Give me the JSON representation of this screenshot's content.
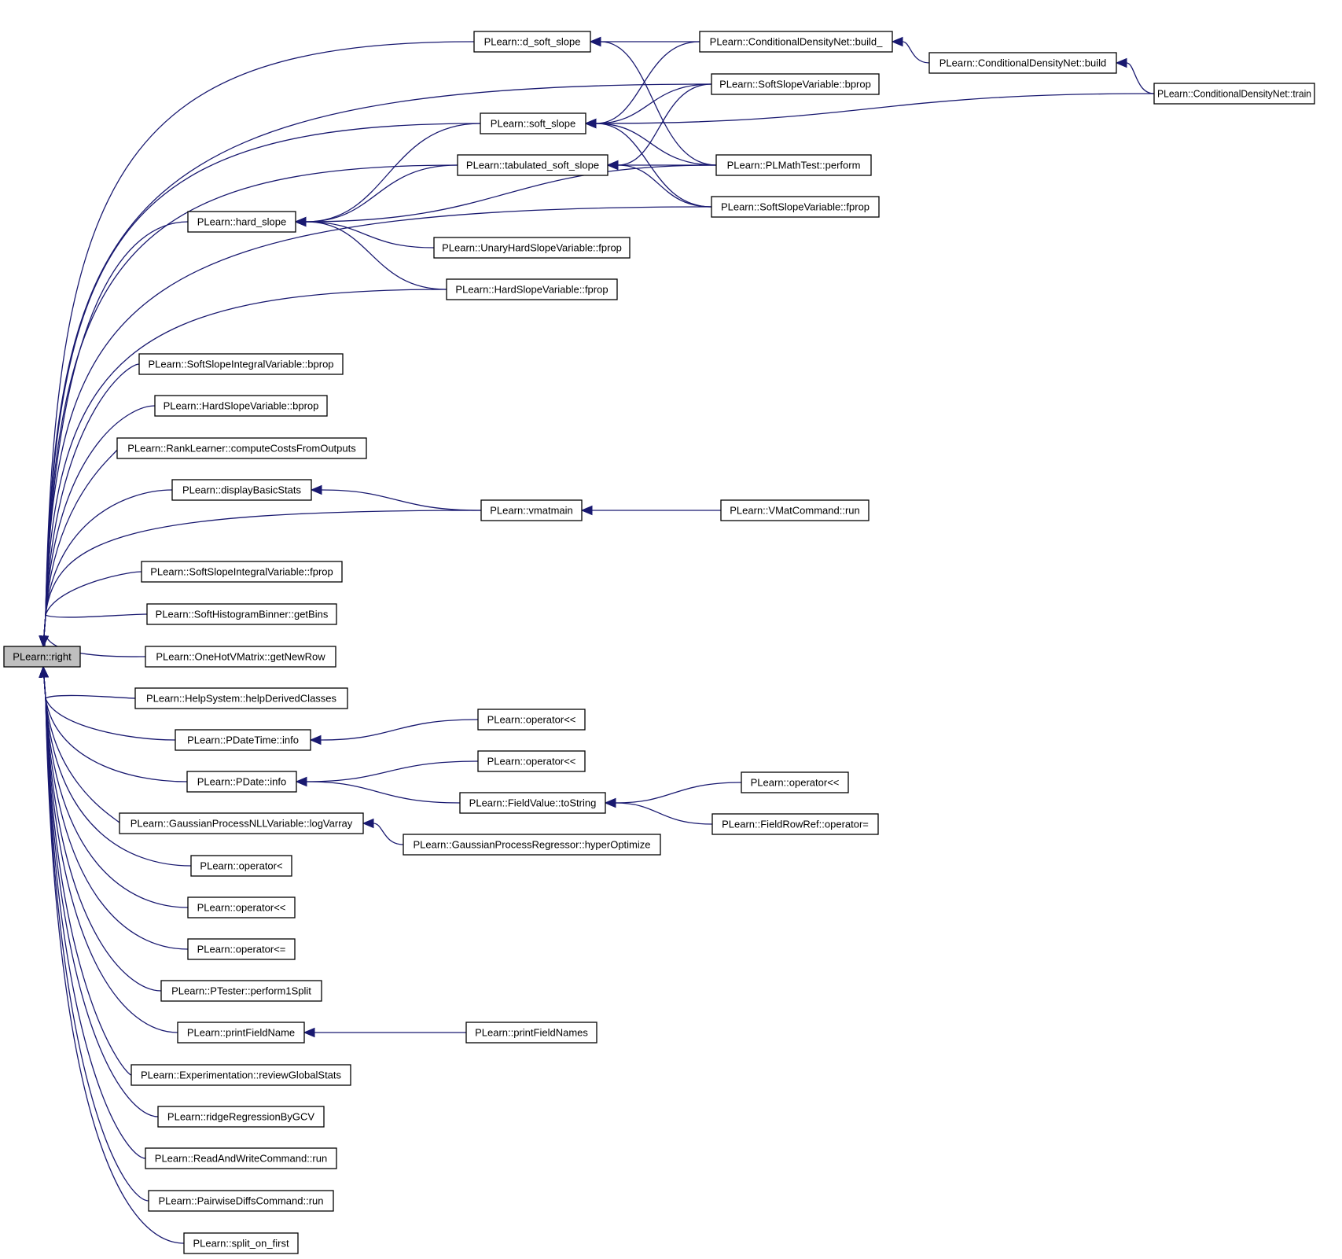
{
  "graph": {
    "edge_color": "#191970",
    "root_fill": "#bfbfbf",
    "nodes": [
      {
        "id": "right",
        "label": "PLearn::right"
      },
      {
        "id": "d_soft_slope",
        "label": "PLearn::d_soft_slope"
      },
      {
        "id": "cdn_build_",
        "label": "PLearn::ConditionalDensityNet::build_"
      },
      {
        "id": "cdn_build",
        "label": "PLearn::ConditionalDensityNet::build"
      },
      {
        "id": "cdn_train",
        "label": "PLearn::ConditionalDensityNet::train"
      },
      {
        "id": "ssv_bprop",
        "label": "PLearn::SoftSlopeVariable::bprop"
      },
      {
        "id": "soft_slope",
        "label": "PLearn::soft_slope"
      },
      {
        "id": "tab_soft_slope",
        "label": "PLearn::tabulated_soft_slope"
      },
      {
        "id": "plmath_perform",
        "label": "PLearn::PLMathTest::perform"
      },
      {
        "id": "ssv_fprop",
        "label": "PLearn::SoftSlopeVariable::fprop"
      },
      {
        "id": "hard_slope",
        "label": "PLearn::hard_slope"
      },
      {
        "id": "uhsv_fprop",
        "label": "PLearn::UnaryHardSlopeVariable::fprop"
      },
      {
        "id": "hsv_fprop",
        "label": "PLearn::HardSlopeVariable::fprop"
      },
      {
        "id": "ssiv_bprop",
        "label": "PLearn::SoftSlopeIntegralVariable::bprop"
      },
      {
        "id": "hsv_bprop",
        "label": "PLearn::HardSlopeVariable::bprop"
      },
      {
        "id": "rank_costs",
        "label": "PLearn::RankLearner::computeCostsFromOutputs"
      },
      {
        "id": "display_stats",
        "label": "PLearn::displayBasicStats"
      },
      {
        "id": "vmatmain",
        "label": "PLearn::vmatmain"
      },
      {
        "id": "vmat_run",
        "label": "PLearn::VMatCommand::run"
      },
      {
        "id": "ssiv_fprop",
        "label": "PLearn::SoftSlopeIntegralVariable::fprop"
      },
      {
        "id": "shb_getbins",
        "label": "PLearn::SoftHistogramBinner::getBins"
      },
      {
        "id": "onehot_getrow",
        "label": "PLearn::OneHotVMatrix::getNewRow"
      },
      {
        "id": "help_derived",
        "label": "PLearn::HelpSystem::helpDerivedClasses"
      },
      {
        "id": "pdatetime_info",
        "label": "PLearn::PDateTime::info"
      },
      {
        "id": "op_ll_a",
        "label": "PLearn::operator<<"
      },
      {
        "id": "pdate_info",
        "label": "PLearn::PDate::info"
      },
      {
        "id": "op_ll_b",
        "label": "PLearn::operator<<"
      },
      {
        "id": "fv_tostring",
        "label": "PLearn::FieldValue::toString"
      },
      {
        "id": "op_ll_c",
        "label": "PLearn::operator<<"
      },
      {
        "id": "frr_op_eq",
        "label": "PLearn::FieldRowRef::operator="
      },
      {
        "id": "gpnll_logvarray",
        "label": "PLearn::GaussianProcessNLLVariable::logVarray"
      },
      {
        "id": "gpr_hyper",
        "label": "PLearn::GaussianProcessRegressor::hyperOptimize"
      },
      {
        "id": "op_lt",
        "label": "PLearn::operator<"
      },
      {
        "id": "op_ll_d",
        "label": "PLearn::operator<<"
      },
      {
        "id": "op_le",
        "label": "PLearn::operator<="
      },
      {
        "id": "ptester_split",
        "label": "PLearn::PTester::perform1Split"
      },
      {
        "id": "print_field_name",
        "label": "PLearn::printFieldName"
      },
      {
        "id": "print_field_names",
        "label": "PLearn::printFieldNames"
      },
      {
        "id": "exp_review",
        "label": "PLearn::Experimentation::reviewGlobalStats"
      },
      {
        "id": "ridge_gcv",
        "label": "PLearn::ridgeRegressionByGCV"
      },
      {
        "id": "rw_run",
        "label": "PLearn::ReadAndWriteCommand::run"
      },
      {
        "id": "pwd_run",
        "label": "PLearn::PairwiseDiffsCommand::run"
      },
      {
        "id": "split_first",
        "label": "PLearn::split_on_first"
      }
    ],
    "edges": [
      [
        "d_soft_slope",
        "right"
      ],
      [
        "ssv_bprop",
        "right"
      ],
      [
        "soft_slope",
        "right"
      ],
      [
        "tab_soft_slope",
        "right"
      ],
      [
        "hard_slope",
        "right"
      ],
      [
        "hsv_fprop",
        "right"
      ],
      [
        "ssv_fprop",
        "right"
      ],
      [
        "ssiv_bprop",
        "right"
      ],
      [
        "hsv_bprop",
        "right"
      ],
      [
        "rank_costs",
        "right"
      ],
      [
        "display_stats",
        "right"
      ],
      [
        "vmatmain",
        "right"
      ],
      [
        "ssiv_fprop",
        "right"
      ],
      [
        "shb_getbins",
        "right"
      ],
      [
        "onehot_getrow",
        "right"
      ],
      [
        "help_derived",
        "right"
      ],
      [
        "pdatetime_info",
        "right"
      ],
      [
        "pdate_info",
        "right"
      ],
      [
        "gpnll_logvarray",
        "right"
      ],
      [
        "op_lt",
        "right"
      ],
      [
        "op_ll_d",
        "right"
      ],
      [
        "op_le",
        "right"
      ],
      [
        "ptester_split",
        "right"
      ],
      [
        "print_field_name",
        "right"
      ],
      [
        "exp_review",
        "right"
      ],
      [
        "ridge_gcv",
        "right"
      ],
      [
        "rw_run",
        "right"
      ],
      [
        "pwd_run",
        "right"
      ],
      [
        "split_first",
        "right"
      ],
      [
        "cdn_build_",
        "d_soft_slope"
      ],
      [
        "plmath_perform",
        "d_soft_slope"
      ],
      [
        "cdn_build",
        "cdn_build_"
      ],
      [
        "cdn_train",
        "cdn_build"
      ],
      [
        "cdn_build_",
        "soft_slope"
      ],
      [
        "ssv_bprop",
        "soft_slope"
      ],
      [
        "cdn_train",
        "soft_slope"
      ],
      [
        "plmath_perform",
        "soft_slope"
      ],
      [
        "ssv_fprop",
        "soft_slope"
      ],
      [
        "ssv_bprop",
        "tab_soft_slope"
      ],
      [
        "plmath_perform",
        "tab_soft_slope"
      ],
      [
        "ssv_fprop",
        "tab_soft_slope"
      ],
      [
        "soft_slope",
        "hard_slope"
      ],
      [
        "tab_soft_slope",
        "hard_slope"
      ],
      [
        "plmath_perform",
        "hard_slope"
      ],
      [
        "uhsv_fprop",
        "hard_slope"
      ],
      [
        "hsv_fprop",
        "hard_slope"
      ],
      [
        "vmatmain",
        "display_stats"
      ],
      [
        "vmat_run",
        "vmatmain"
      ],
      [
        "op_ll_a",
        "pdatetime_info"
      ],
      [
        "op_ll_b",
        "pdate_info"
      ],
      [
        "fv_tostring",
        "pdate_info"
      ],
      [
        "op_ll_c",
        "fv_tostring"
      ],
      [
        "frr_op_eq",
        "fv_tostring"
      ],
      [
        "gpr_hyper",
        "gpnll_logvarray"
      ],
      [
        "print_field_names",
        "print_field_name"
      ]
    ]
  }
}
